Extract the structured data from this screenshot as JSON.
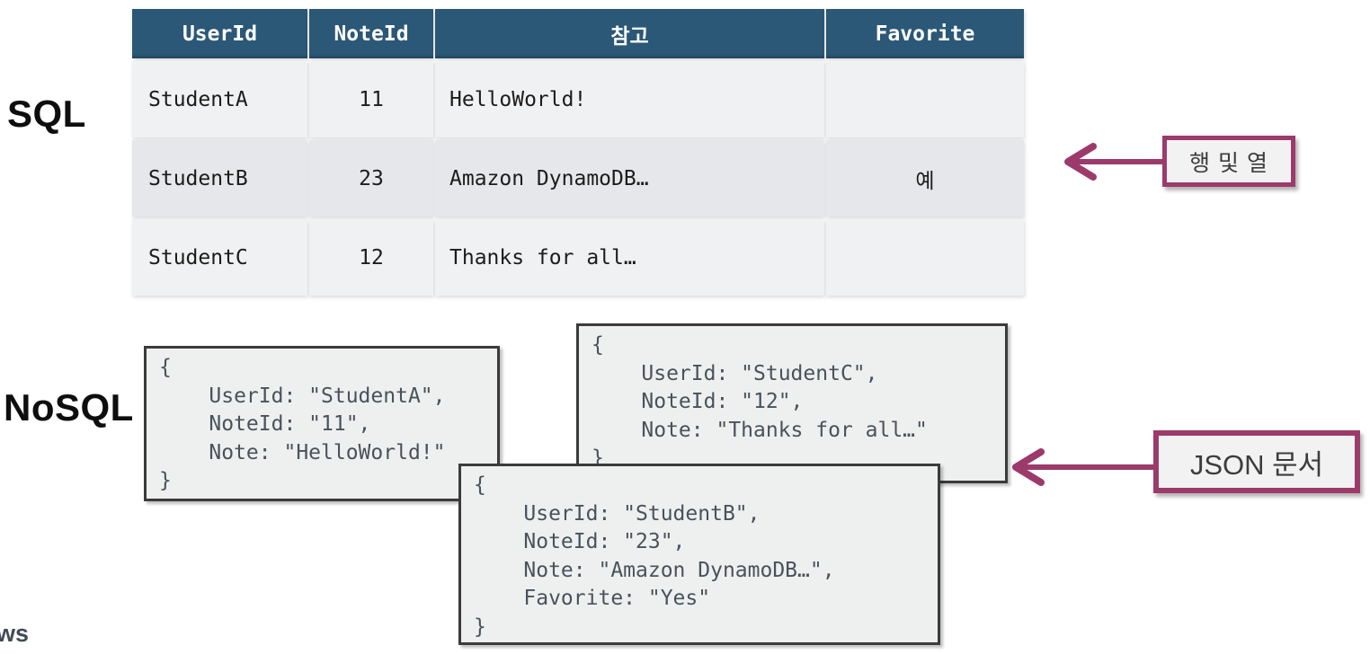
{
  "labels": {
    "sql": "SQL",
    "nosql": "NoSQL",
    "watermark": "ws"
  },
  "table": {
    "headers": [
      "UserId",
      "NoteId",
      "참고",
      "Favorite"
    ],
    "rows": [
      {
        "cells": [
          "StudentA",
          "11",
          "HelloWorld!",
          ""
        ]
      },
      {
        "cells": [
          "StudentB",
          "23",
          "Amazon DynamoDB…",
          "예"
        ]
      },
      {
        "cells": [
          "StudentC",
          "12",
          "Thanks for all…",
          ""
        ]
      }
    ]
  },
  "callouts": {
    "rows_cols": "행 및 열",
    "json_doc": "JSON 문서"
  },
  "json_docs": {
    "student_a": "{\n    UserId: \"StudentA\",\n    NoteId: \"11\",\n    Note: \"HelloWorld!\"\n}",
    "student_c": "{\n    UserId: \"StudentC\",\n    NoteId: \"12\",\n    Note: \"Thanks for all…\"\n}",
    "student_b": "{\n    UserId: \"StudentB\",\n    NoteId: \"23\",\n    Note: \"Amazon DynamoDB…\",\n    Favorite: \"Yes\"\n}"
  },
  "colors": {
    "header_bg": "#2b5876",
    "row_light": "#f0f1f2",
    "row_dark": "#e6e7ea",
    "accent_magenta": "#9c3a6b",
    "doc_fill": "#eef0ef",
    "doc_border": "#3b3b3b",
    "json_text": "#49525c"
  }
}
